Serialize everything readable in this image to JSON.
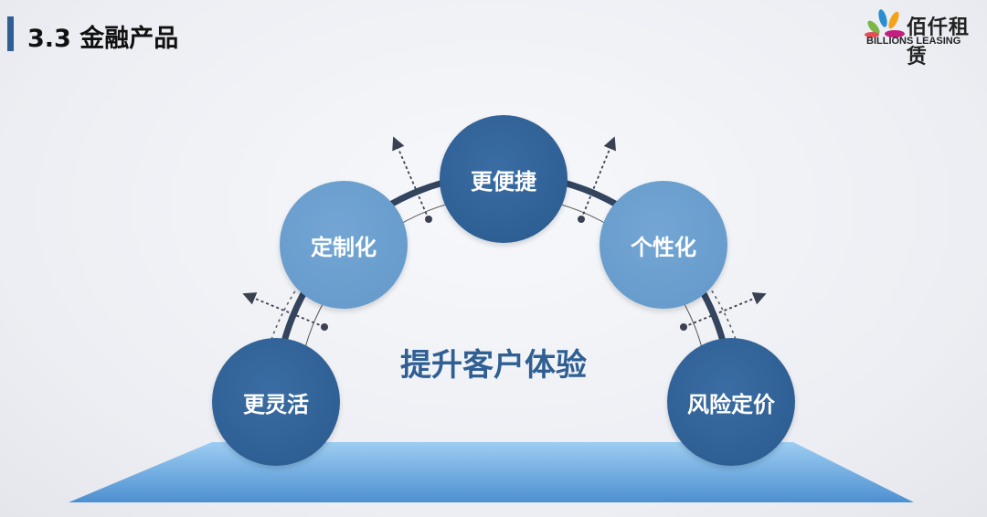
{
  "header": {
    "title": "3.3 金融产品"
  },
  "logo": {
    "text_cn": "佰仟租赁",
    "text_en": "BILLIONS LEASING"
  },
  "diagram": {
    "center_label": "提升客户体验",
    "nodes": [
      {
        "label": "更灵活",
        "tone": "dark"
      },
      {
        "label": "定制化",
        "tone": "light"
      },
      {
        "label": "更便捷",
        "tone": "dark"
      },
      {
        "label": "个性化",
        "tone": "light"
      },
      {
        "label": "风险定价",
        "tone": "dark"
      }
    ]
  },
  "colors": {
    "dark": "#2f5f93",
    "light": "#6a9fcf",
    "platform": "#8cc0ea"
  }
}
